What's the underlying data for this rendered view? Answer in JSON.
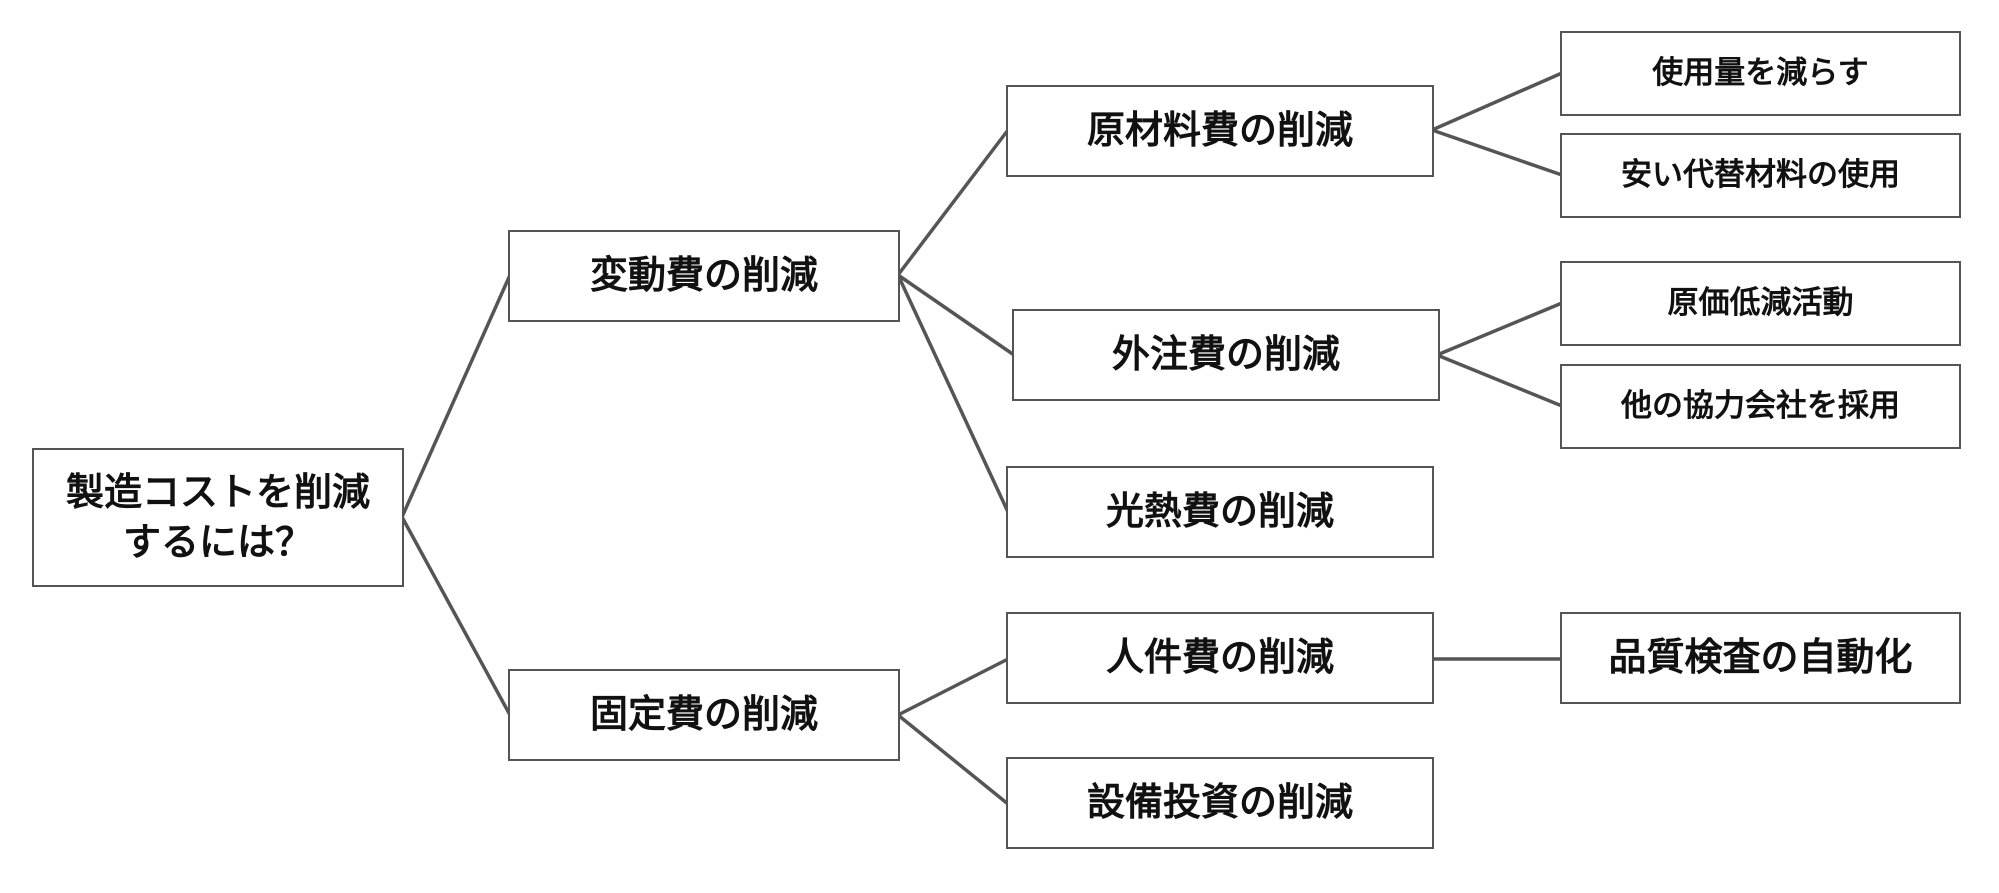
{
  "diagram": {
    "root": "製造コストを削減\nするには？",
    "variable": "変動費の削減",
    "fixed": "固定費の削減",
    "materials": "原材料費の削減",
    "outsourcing": "外注費の削減",
    "utilities": "光熱費の削減",
    "labor": "人件費の削減",
    "equipment": "設備投資の削減",
    "reduce_usage": "使用量を減らす",
    "cheap_alt": "安い代替材料の使用",
    "cost_down": "原価低減活動",
    "other_partner": "他の協力会社を採用",
    "auto_inspection": "品質検査の自動化"
  },
  "colors": {
    "line": "#555555",
    "border": "#555555",
    "text": "#111111",
    "background": "#ffffff"
  }
}
